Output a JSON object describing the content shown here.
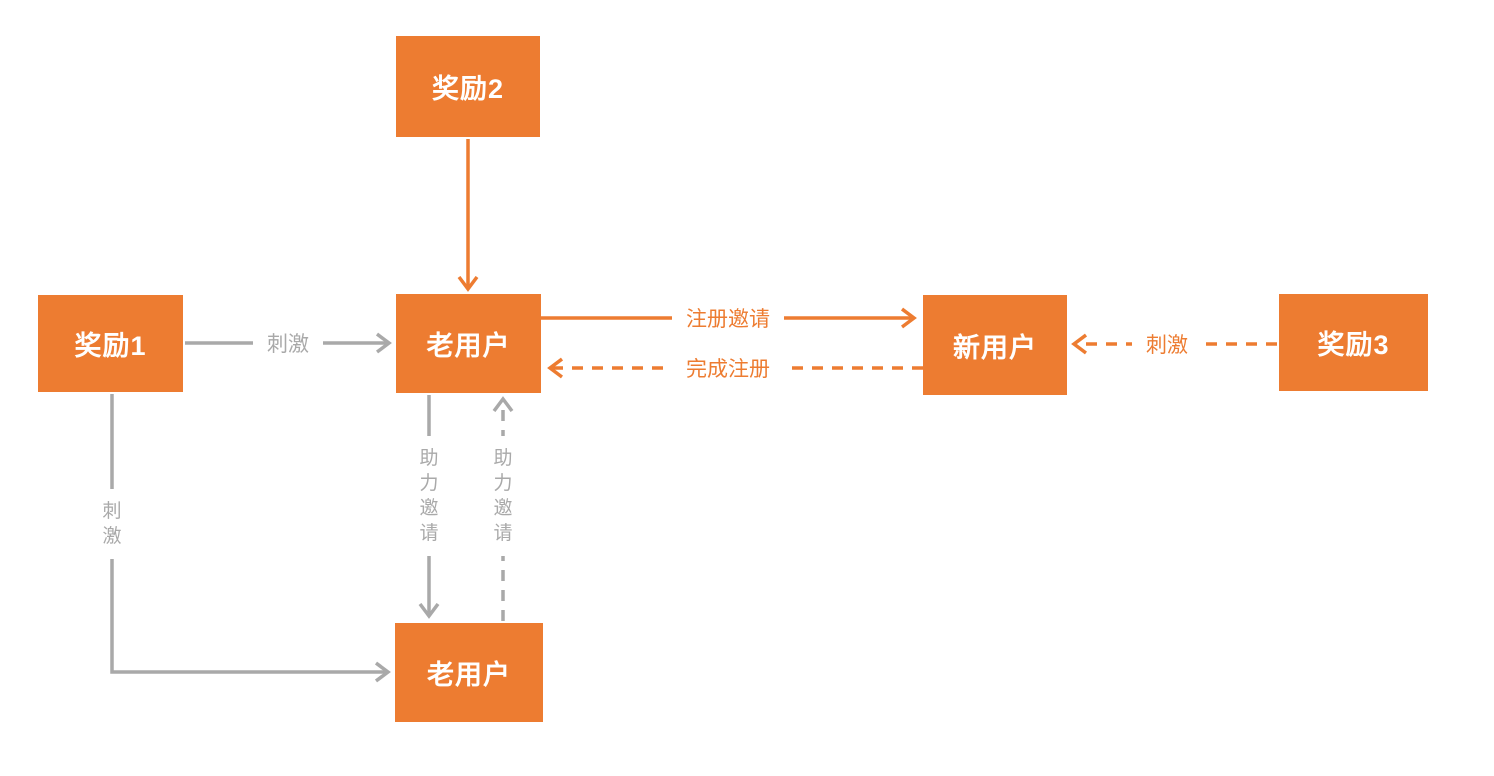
{
  "diagram": {
    "background": "#FFFFFF",
    "colors": {
      "node_fill": "#ED7C31",
      "node_text": "#FFFFFF",
      "orange_edge": "#ED7C31",
      "gray_edge": "#A9A9A9"
    },
    "nodes": [
      {
        "id": "reward2",
        "label": "奖励2"
      },
      {
        "id": "reward1",
        "label": "奖励1"
      },
      {
        "id": "old-user-top",
        "label": "老用户"
      },
      {
        "id": "new-user",
        "label": "新用户"
      },
      {
        "id": "reward3",
        "label": "奖励3"
      },
      {
        "id": "old-user-bottom",
        "label": "老用户"
      }
    ],
    "edges": [
      {
        "from": "reward2",
        "to": "old-user-top",
        "label": "",
        "style": "solid",
        "color": "orange"
      },
      {
        "from": "reward1",
        "to": "old-user-top",
        "label": "刺激",
        "style": "solid",
        "color": "gray"
      },
      {
        "from": "old-user-top",
        "to": "new-user",
        "label": "注册邀请",
        "style": "solid",
        "color": "orange"
      },
      {
        "from": "new-user",
        "to": "old-user-top",
        "label": "完成注册",
        "style": "dashed",
        "color": "orange"
      },
      {
        "from": "reward3",
        "to": "new-user",
        "label": "刺激",
        "style": "dashed",
        "color": "orange"
      },
      {
        "from": "old-user-top",
        "to": "old-user-bottom",
        "label": "助力邀请",
        "style": "solid",
        "color": "gray"
      },
      {
        "from": "old-user-bottom",
        "to": "old-user-top",
        "label": "助力邀请",
        "style": "dashed",
        "color": "gray"
      },
      {
        "from": "reward1",
        "to": "old-user-bottom",
        "label": "刺激",
        "style": "solid",
        "color": "gray"
      }
    ]
  }
}
